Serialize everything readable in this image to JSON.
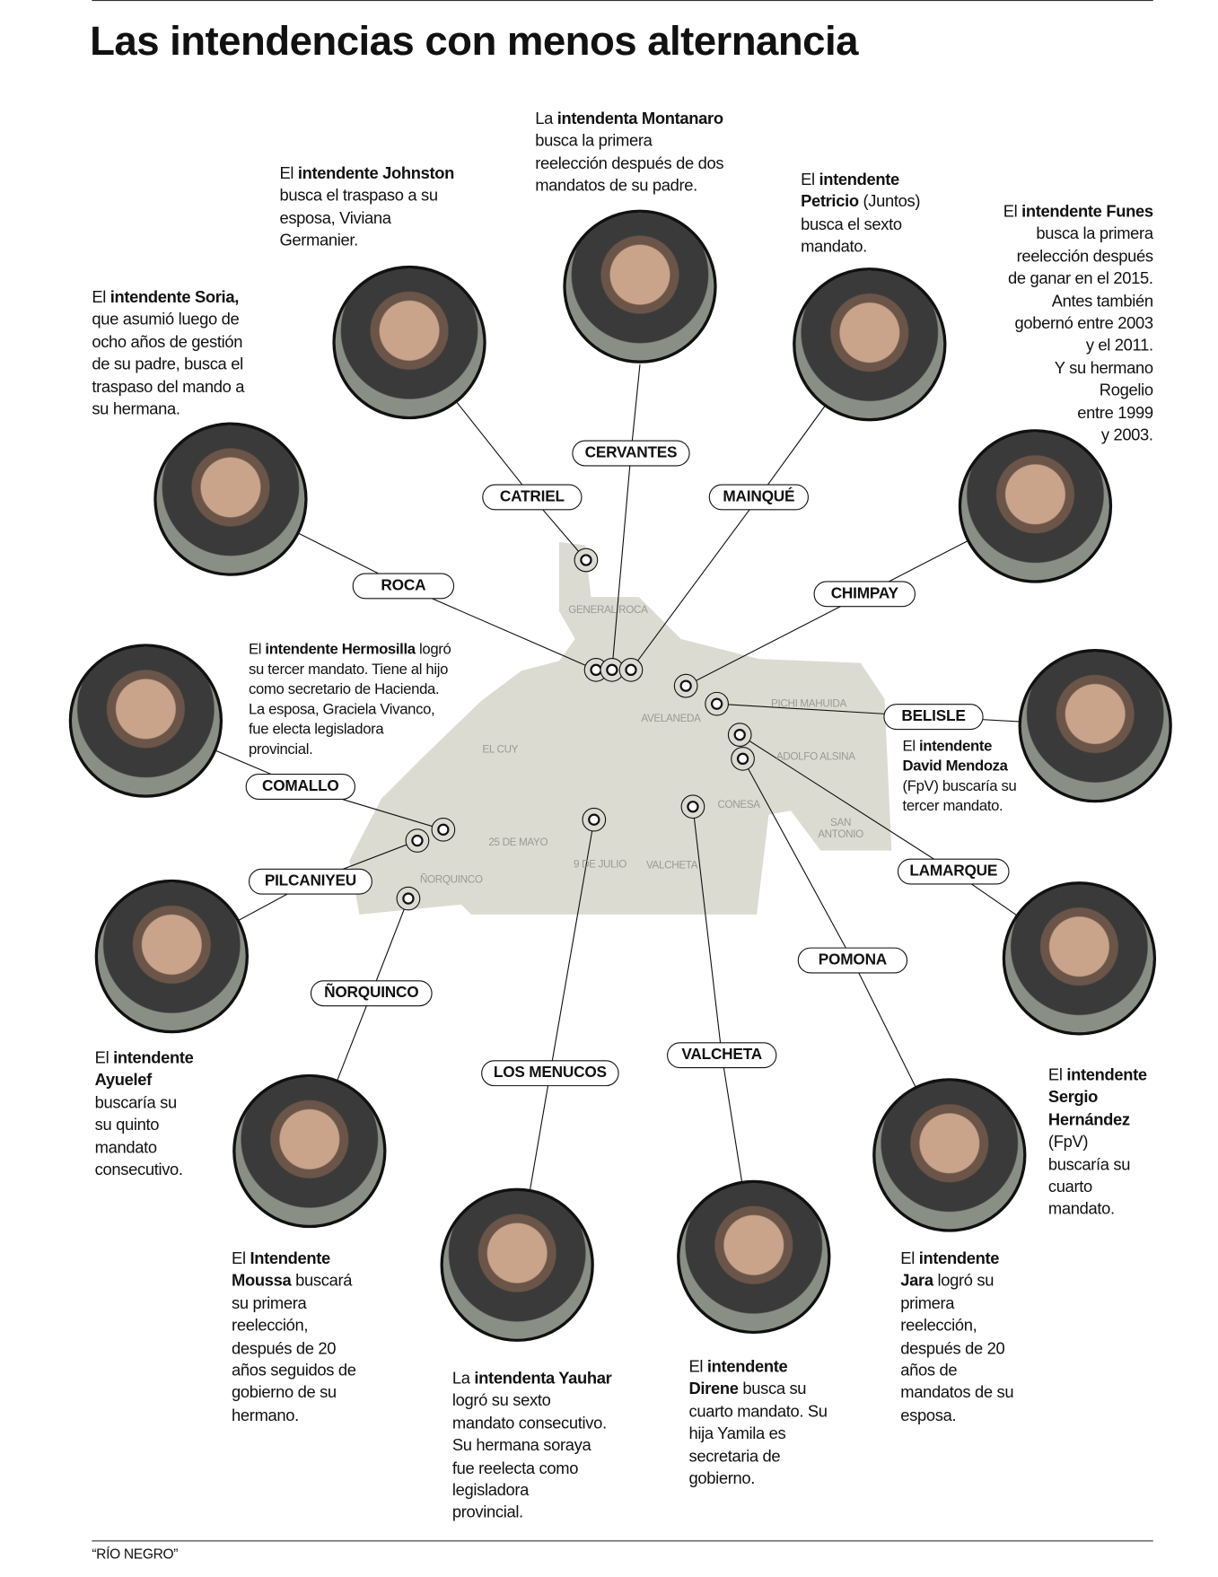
{
  "title": "Las intendencias con menos alternancia",
  "credit": "“RÍO NEGRO”",
  "map_labels": [
    "GENERAL ROCA",
    "AVELANEDA",
    "PICHI MAHUIDA",
    "EL CUY",
    "ADOLFO ALSINA",
    "CONESA",
    "SAN ANTONIO",
    "25 DE MAYO",
    "9 DE JULIO",
    "VALCHETA",
    "ÑORQUINCO"
  ],
  "towns": [
    "CERVANTES",
    "CATRIEL",
    "MAINQUÉ",
    "ROCA",
    "CHIMPAY",
    "BELISLE",
    "COMALLO",
    "LAMARQUE",
    "PILCANIYEU",
    "POMONA",
    "ÑORQUINCO",
    "LOS MENUCOS",
    "VALCHETA"
  ],
  "blocks": {
    "johnston": {
      "lead": "El ",
      "bold": "intendente Johnston",
      "rest": "\nbusca el traspaso a su\nesposa, Viviana\nGermanier."
    },
    "montanaro": {
      "lead": "La ",
      "bold": "intendenta Montanaro",
      "rest": "\nbusca la primera\nreelección después de dos\nmandatos de su padre."
    },
    "petricio": {
      "lead": "El ",
      "bold": "intendente\nPetricio",
      "rest": " (Juntos)\nbusca el sexto\nmandato."
    },
    "funes": {
      "lead": "El ",
      "bold": "intendente Funes",
      "rest": "\nbusca la primera\nreelección después\nde ganar en el 2015.\nAntes también\ngobernó entre 2003\ny el 2011.\nY su hermano\nRogelio\nentre 1999\ny 2003."
    },
    "soria": {
      "lead": "El ",
      "bold": "intendente Soria,",
      "rest": "\nque asumió luego de\nocho años de gestión\nde su padre, busca el\ntraspaso del mando a\nsu hermana."
    },
    "hermosilla": {
      "lead": "El ",
      "bold": "intendente Hermosilla",
      "rest": " logró\nsu tercer mandato. Tiene al hijo\ncomo secretario de Hacienda.\nLa esposa, Graciela Vivanco,\nfue electa legisladora\nprovincial."
    },
    "mendoza": {
      "lead": "El ",
      "bold": "intendente\nDavid Mendoza",
      "rest": "\n(FpV) buscaría su\ntercer mandato."
    },
    "ayuelef": {
      "lead": "El ",
      "bold": "intendente\nAyuelef",
      "rest": "\nbuscaría su\nsu quinto\nmandato\nconsecutivo."
    },
    "hernandez": {
      "lead": "El ",
      "bold": "intendente\nSergio\nHernández",
      "rest": "\n(FpV)\nbuscaría su\ncuarto\nmandato."
    },
    "moussa": {
      "lead": "El ",
      "bold": "Intendente\nMoussa",
      "rest": " buscará\nsu primera\nreelección,\ndespués de 20\naños seguidos de\ngobierno de su\nhermano."
    },
    "yauhar": {
      "lead": "La ",
      "bold": "intendenta Yauhar",
      "rest": "\nlogró su sexto\nmandato consecutivo.\nSu hermana soraya\nfue reelecta como\nlegisladora\nprovincial."
    },
    "direne": {
      "lead": "El ",
      "bold": "intendente\nDirene",
      "rest": " busca su\ncuarto mandato. Su\nhija Yamila es\nsecretaria de\ngobierno."
    },
    "jara": {
      "lead": "El ",
      "bold": "intendente\nJara",
      "rest": " logró su\nprimera\nreelección,\ndespués de 20\naños de\nmandatos de su\nesposa."
    }
  }
}
